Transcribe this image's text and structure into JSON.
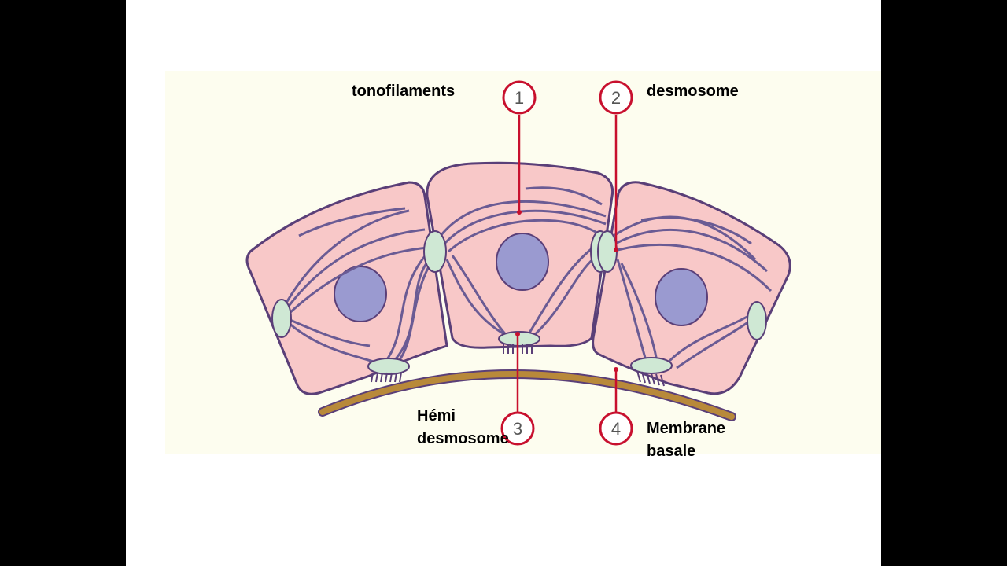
{
  "labels": {
    "tonofilaments": "tonofilaments",
    "desmosome": "desmosome",
    "hemi_line1": "Hémi",
    "hemi_line2": "desmosome",
    "membrane_line1": "Membrane",
    "membrane_line2": "basale"
  },
  "markers": [
    "1",
    "2",
    "3",
    "4"
  ],
  "colors": {
    "background": "#000000",
    "slide": "#ffffff",
    "figure_bg": "#fdfdef",
    "cell_fill": "#f8c8c8",
    "cell_outline": "#5a3f78",
    "nucleus": "#9a9ad0",
    "filament": "#6a5b94",
    "junction": "#cfe8d4",
    "basement_membrane": "#b8893a",
    "marker": "#c8102e"
  }
}
